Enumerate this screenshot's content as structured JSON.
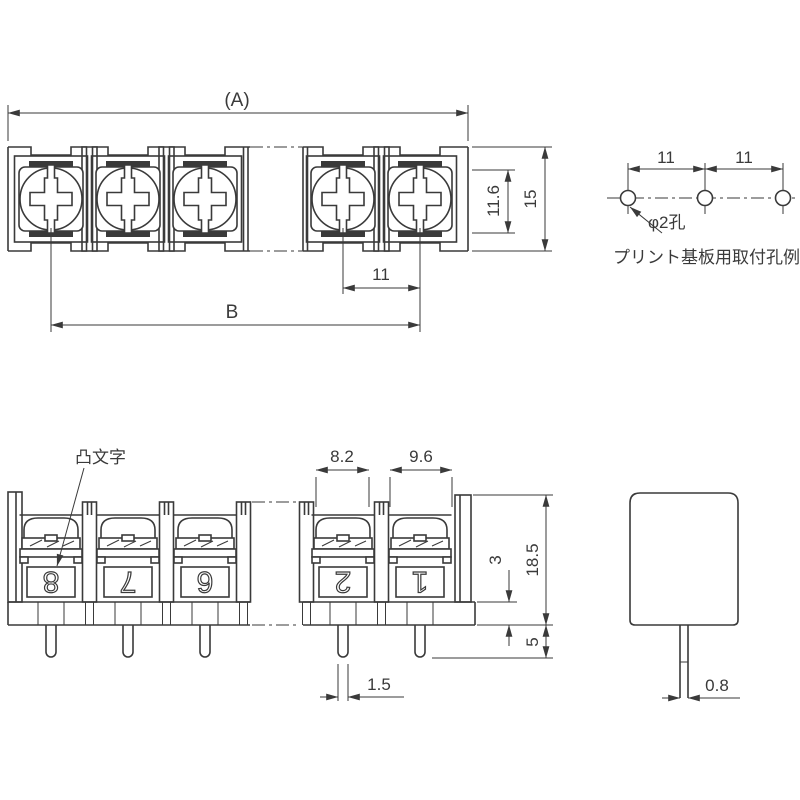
{
  "top_view": {
    "dim_total_width": "(A)",
    "dim_inner_height": "11.6",
    "dim_height": "15",
    "dim_pitch": "11",
    "dim_span": "B"
  },
  "pcb_hole_example": {
    "dim_pitch_left": "11",
    "dim_pitch_right": "11",
    "hole_diameter_label": "φ2孔",
    "caption": "プリント基板用取付孔例"
  },
  "front_view": {
    "embossed_text_label": "凸文字",
    "dim_opening_width": "8.2",
    "dim_end_width": "9.6",
    "dim_base_height": "3",
    "dim_body_height": "18.5",
    "dim_pin_length": "5",
    "dim_pin_width": "1.5",
    "terminal_numbers": [
      "8",
      "7",
      "6",
      "2",
      "1"
    ]
  },
  "side_view": {
    "dim_pin_thickness": "0.8"
  },
  "colors": {
    "line": "#3a3a3a",
    "background": "#ffffff"
  }
}
